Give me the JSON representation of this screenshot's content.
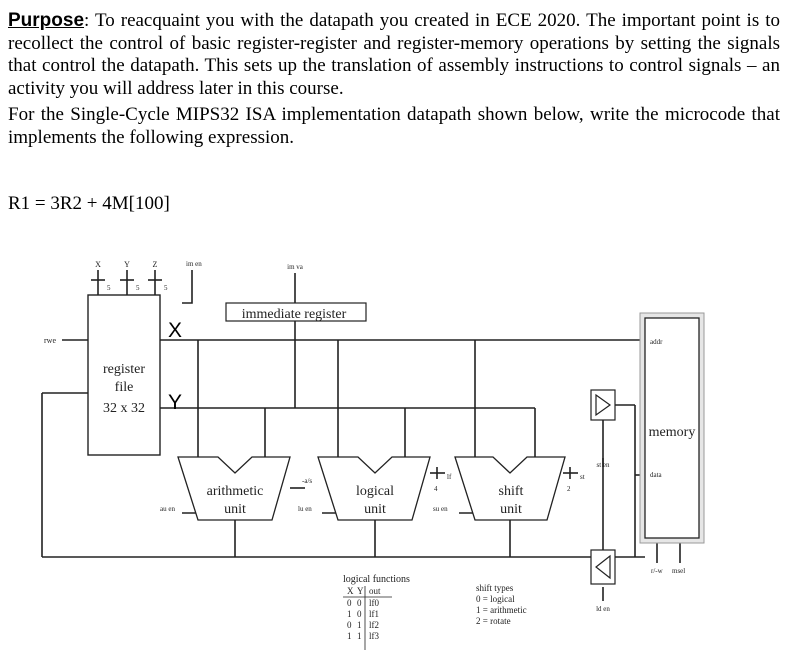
{
  "intro": {
    "purpose_label": "Purpose",
    "purpose_colon": ":",
    "purpose_text": " To reacquaint you with the datapath you created in ECE 2020. The important point is to recollect the control of basic register-register and register-memory operations by setting the signals that control the datapath. This sets up the translation of assembly instructions to control signals – an activity you will address later in this course.",
    "task_text": "For the Single-Cycle MIPS32 ISA implementation datapath shown below, write the microcode that implements the following expression."
  },
  "expression": "R1 = 3R2 + 4M[100]",
  "diagram": {
    "register_file": {
      "line1": "register",
      "line2": "file",
      "line3": "32 x 32",
      "port_x": "X",
      "port_y": "Y",
      "rwe_label": "rwe",
      "addr_labels": [
        "X",
        "Y",
        "Z"
      ],
      "addr_widths": [
        "5",
        "5",
        "5"
      ],
      "im_en_label": "im en"
    },
    "immediate_register": {
      "label": "immediate register",
      "im_va_label": "im va"
    },
    "arithmetic_unit": {
      "line1": "arithmetic",
      "line2": "unit",
      "au_en_label": "au en",
      "as_label": "-a/s"
    },
    "logical_unit": {
      "line1": "logical",
      "line2": "unit",
      "lu_en_label": "lu en",
      "lf_label": "lf",
      "lf_width": "4"
    },
    "shift_unit": {
      "line1": "shift",
      "line2": "unit",
      "su_en_label": "su en",
      "st_label": "st",
      "st_width": "2"
    },
    "memory": {
      "label": "memory",
      "addr_label": "addr",
      "data_label": "data",
      "rw_label": "r/-w",
      "msel_label": "msel",
      "st_en_label": "st en",
      "ld_en_label": "ld en"
    },
    "logical_functions": {
      "title": "logical functions",
      "header": [
        "X",
        "Y",
        "out"
      ],
      "rows": [
        [
          "0",
          "0",
          "lf0"
        ],
        [
          "1",
          "0",
          "lf1"
        ],
        [
          "0",
          "1",
          "lf2"
        ],
        [
          "1",
          "1",
          "lf3"
        ]
      ]
    },
    "shift_types": {
      "title": "shift types",
      "items": [
        "0 = logical",
        "1 = arithmetic",
        "2 = rotate"
      ]
    }
  }
}
